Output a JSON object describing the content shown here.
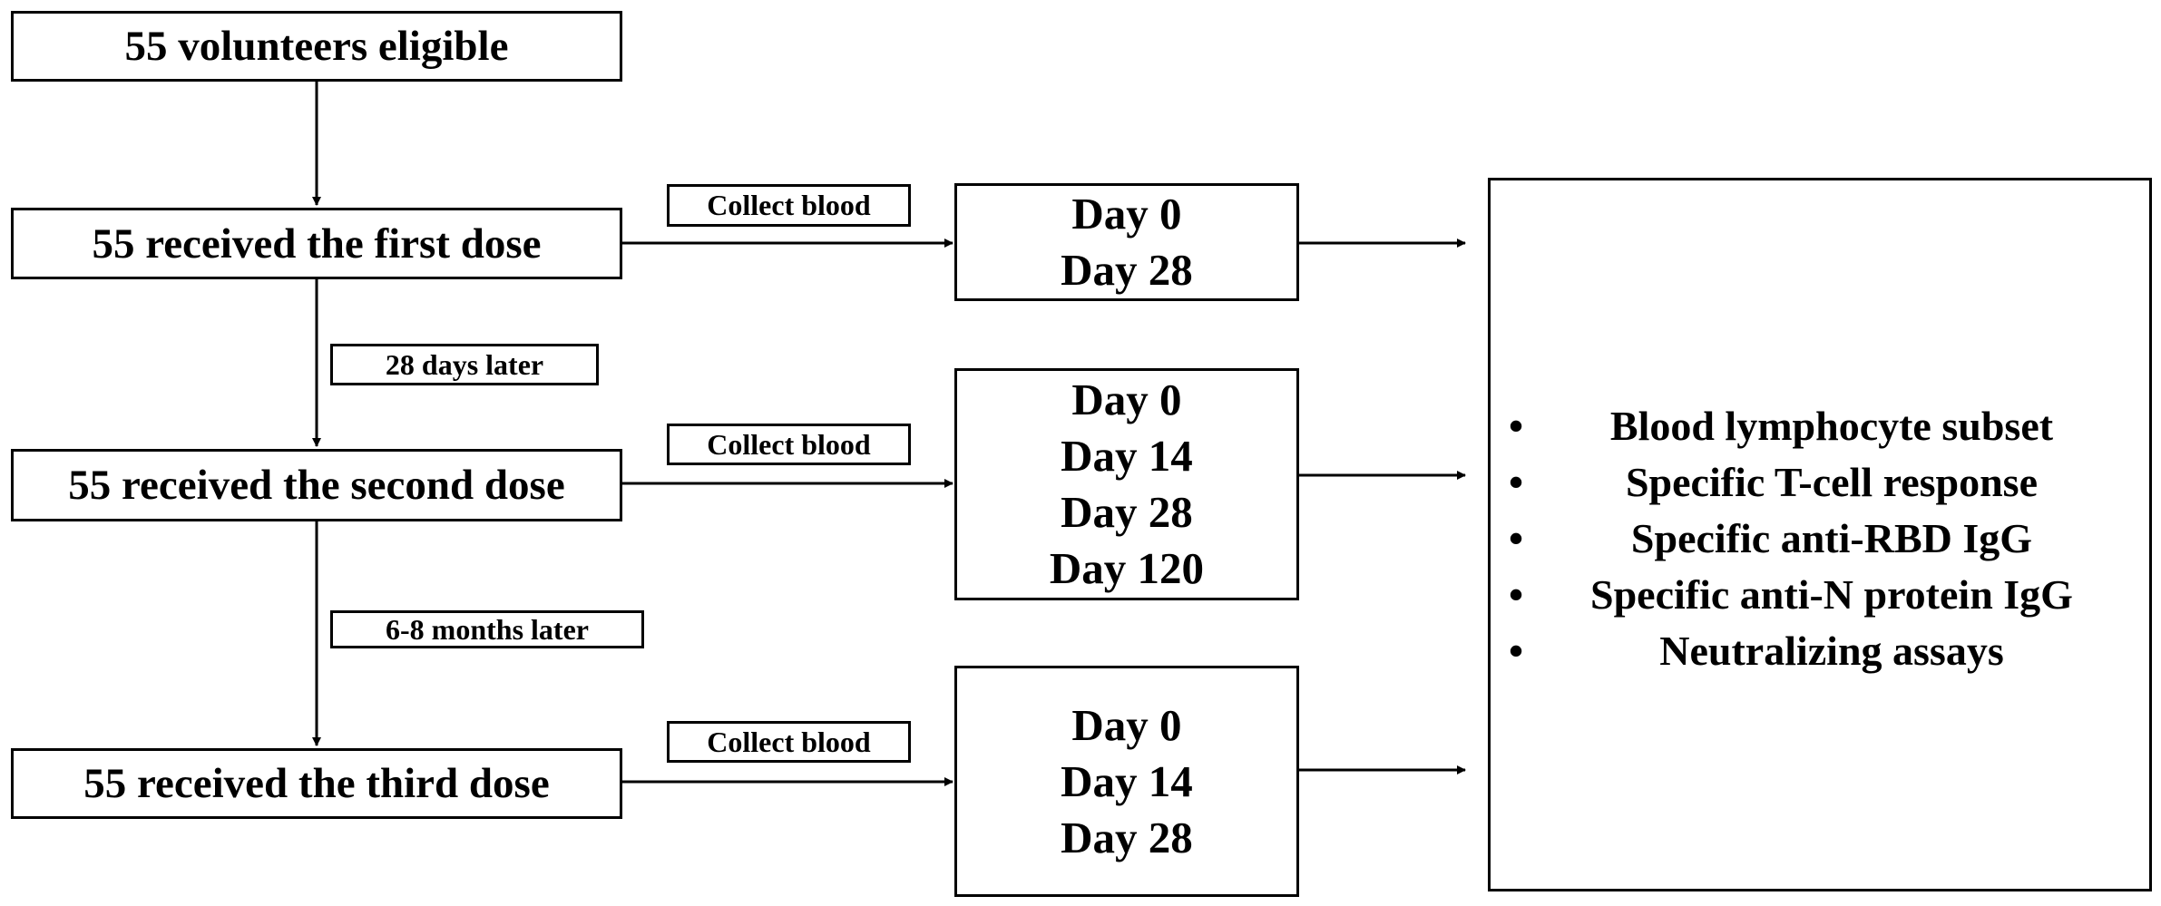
{
  "stages": [
    "55 volunteers eligible",
    "55 received the first dose",
    "55 received the second dose",
    "55 received the third dose"
  ],
  "intervals": [
    "28 days later",
    "6-8 months later"
  ],
  "collect_label": "Collect blood",
  "timepoints": [
    [
      "Day 0",
      "Day 28"
    ],
    [
      "Day 0",
      "Day 14",
      "Day 28",
      "Day 120"
    ],
    [
      "Day 0",
      "Day 14",
      "Day 28"
    ]
  ],
  "outcomes": [
    "Blood lymphocyte subset",
    "Specific T-cell response",
    "Specific anti-RBD IgG",
    "Specific anti-N protein IgG",
    "Neutralizing assays"
  ]
}
